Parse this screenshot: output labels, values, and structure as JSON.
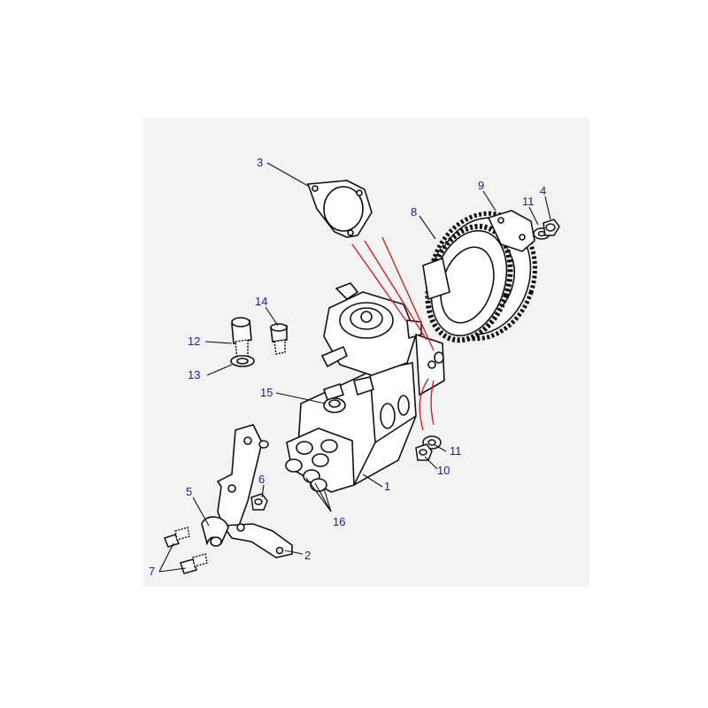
{
  "colors": {
    "panel": "#f3f3f3",
    "ink": "#111111",
    "label": "#1a1aa0",
    "routing": "#d42020"
  },
  "diagram": {
    "parts": [
      {
        "id": "1",
        "name": "pump-body"
      },
      {
        "id": "2",
        "name": "bracket"
      },
      {
        "id": "3",
        "name": "gasket"
      },
      {
        "id": "4",
        "name": "nut"
      },
      {
        "id": "5",
        "name": "clip"
      },
      {
        "id": "6",
        "name": "nut"
      },
      {
        "id": "7",
        "name": "bolt"
      },
      {
        "id": "8",
        "name": "pump-gear"
      },
      {
        "id": "9",
        "name": "plate"
      },
      {
        "id": "10",
        "name": "nut"
      },
      {
        "id": "11",
        "name": "washer"
      },
      {
        "id": "12",
        "name": "banjo-bolt"
      },
      {
        "id": "13",
        "name": "sealing-washer"
      },
      {
        "id": "14",
        "name": "bolt"
      },
      {
        "id": "15",
        "name": "fitting"
      },
      {
        "id": "16",
        "name": "delivery-valves"
      }
    ]
  }
}
